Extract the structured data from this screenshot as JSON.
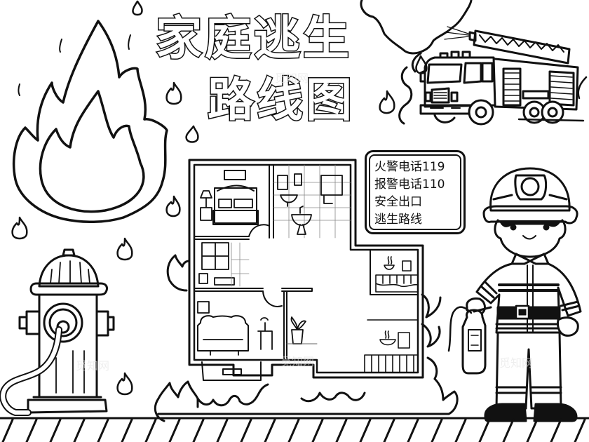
{
  "poster": {
    "title_line_1": "家庭逃生",
    "title_line_2": "路线图",
    "info_box": {
      "lines": [
        "火警电话119",
        "报警电话110",
        "安全出口",
        "逃生路线"
      ]
    },
    "watermark": "觅知网",
    "colors": {
      "ink": "#111111",
      "background": "#ffffff"
    }
  },
  "illustrations": {
    "big_flame": "flame-icon",
    "fire_truck": "fire-truck-icon",
    "smoke_cloud": "smoke-cloud-icon",
    "fire_hydrant": "fire-hydrant-icon",
    "firefighter": "firefighter-icon",
    "extinguisher": "fire-extinguisher-icon",
    "floor_plan": {
      "rooms": [
        "bedroom",
        "bathroom",
        "study",
        "living-room",
        "hallway",
        "kitchen",
        "laundry"
      ]
    },
    "floor": "striped-floor"
  }
}
